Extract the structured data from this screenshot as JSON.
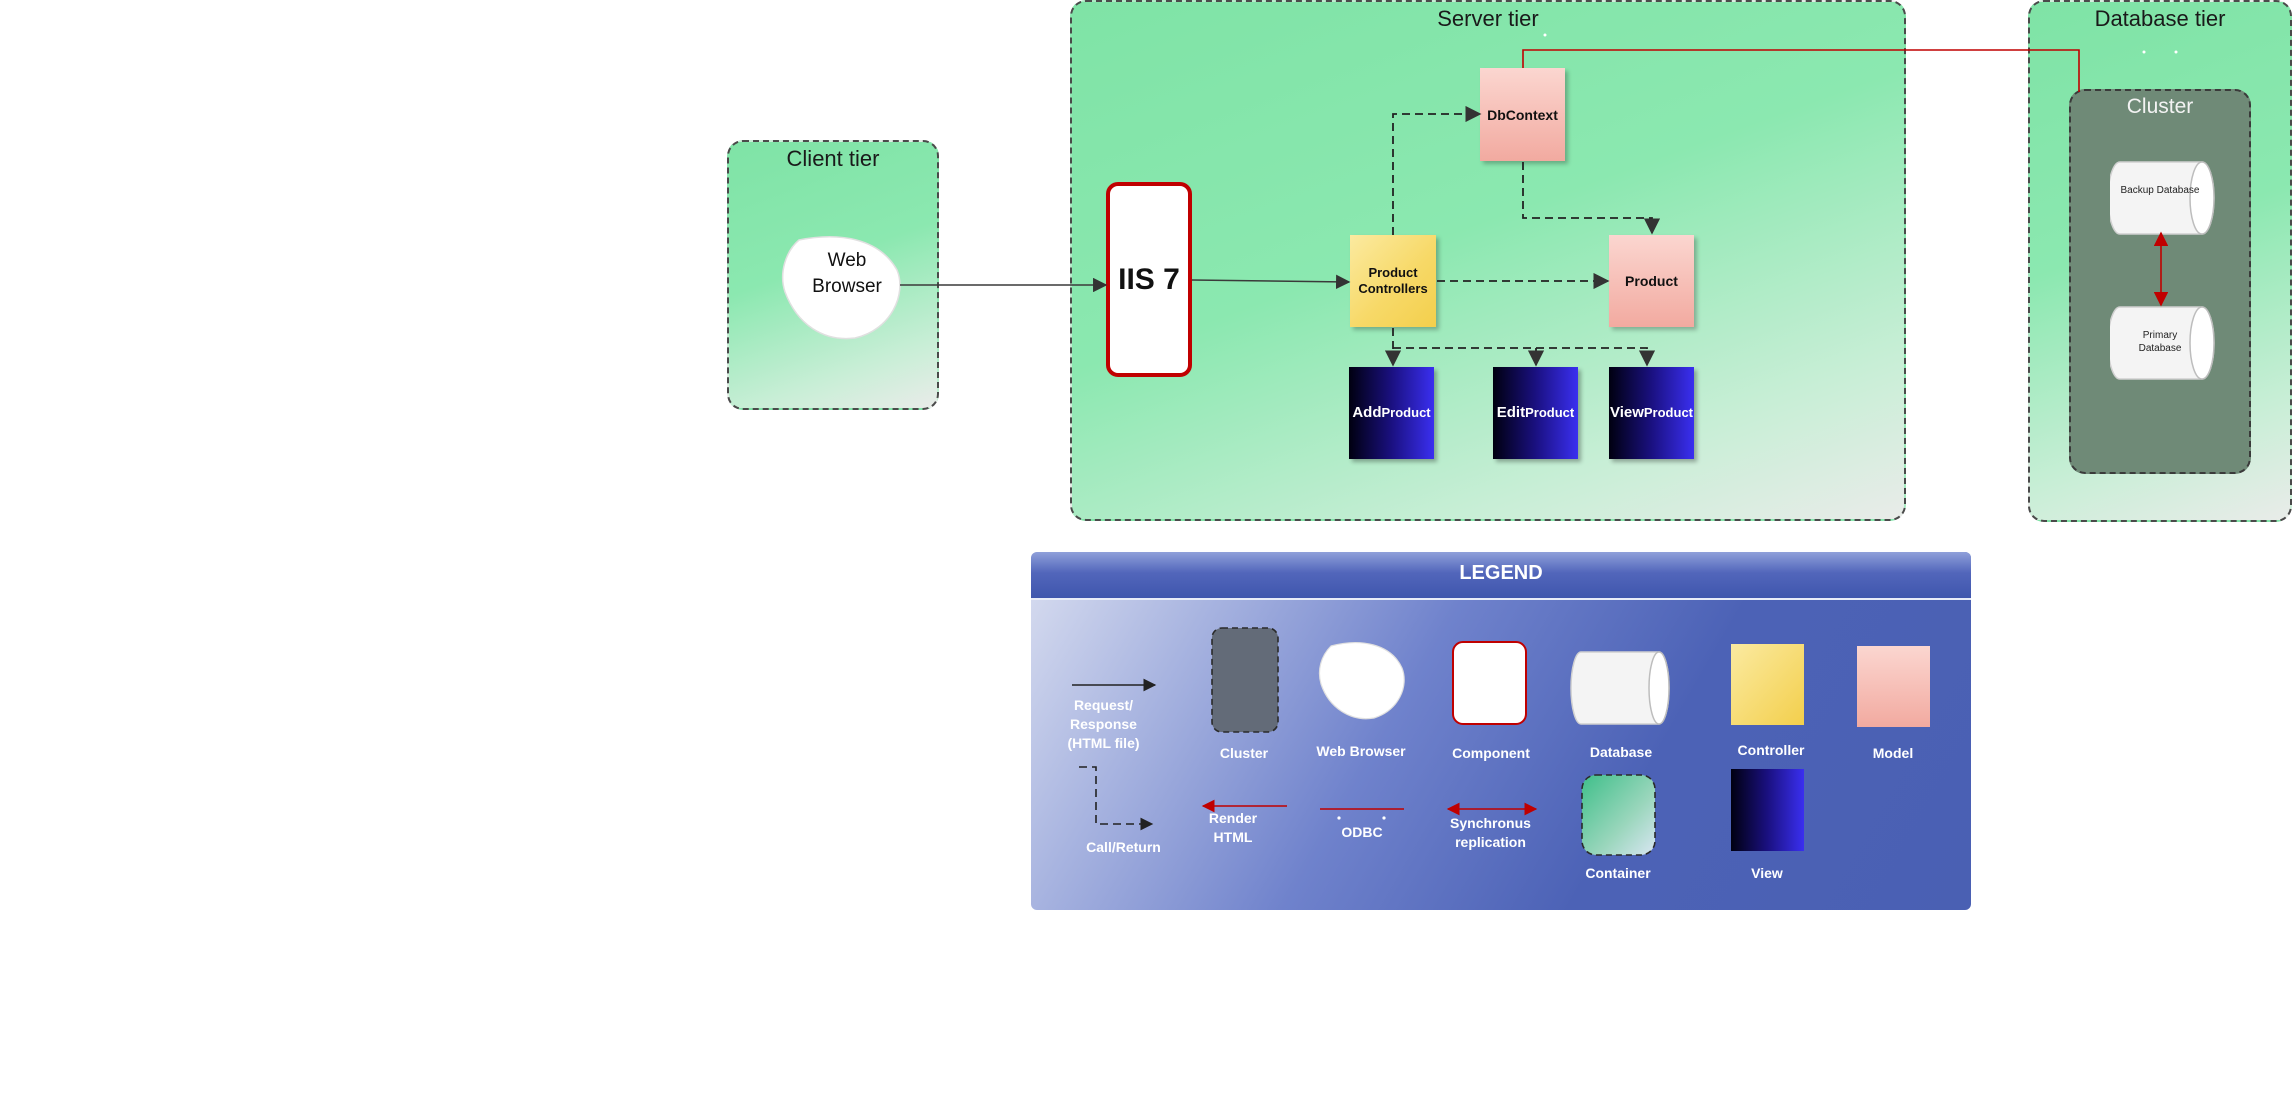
{
  "tiers": {
    "client": "Client tier",
    "server": "Server tier",
    "database": "Database tier"
  },
  "client": {
    "web_browser": "Web Browser"
  },
  "server": {
    "iis": "IIS 7",
    "dbcontext": "DbContext",
    "product_controllers": "Product Controllers",
    "product_model": "Product",
    "views": [
      {
        "prefix": "Add",
        "rest": "Product"
      },
      {
        "prefix": "Edit",
        "rest": "Product"
      },
      {
        "prefix": "View",
        "rest": "Product"
      }
    ]
  },
  "database": {
    "cluster_title": "Cluster",
    "backup": "Backup Database",
    "primary": "Primary Database"
  },
  "legend": {
    "title": "LEGEND",
    "items": {
      "request_response": "Request/ Response (HTML file)",
      "cluster": "Cluster",
      "web_browser": "Web Browser",
      "component": "Component",
      "database": "Database",
      "controller": "Controller",
      "model": "Model",
      "call_return": "Call/Return",
      "render_html": "Render HTML",
      "odbc": "ODBC",
      "sync_replication": "Synchronus replication",
      "container": "Container",
      "view": "View"
    }
  },
  "colors": {
    "request_line": "#3a3a3a",
    "red_line": "#c00000",
    "tier_fill": "#8be8b0",
    "cluster_fill": "#6f8a77",
    "legend_fill": "#4a60b3"
  }
}
